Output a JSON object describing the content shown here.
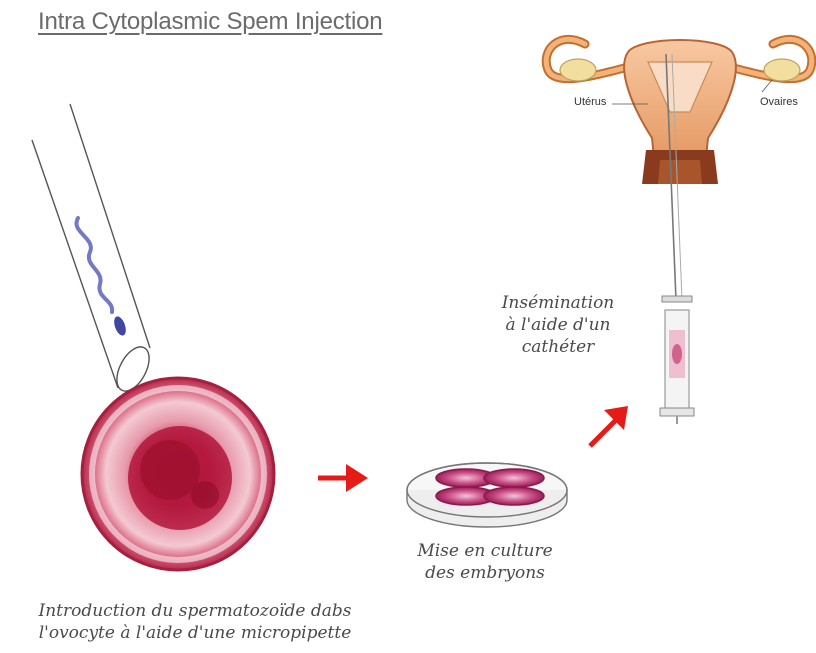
{
  "title": "Intra Cytoplasmic Spem Injection",
  "labels": {
    "uterus": "Utérus",
    "ovaries": "Ovaires",
    "insemination_line1": "Insémination",
    "insemination_line2": "à l'aide d'un",
    "insemination_line3": "cathéter",
    "culture_line1": "Mise en culture",
    "culture_line2": "des embryons",
    "intro_line1": "Introduction du spermatozoïde dabs",
    "intro_line2": "l'ovocyte à l'aide d'une micropipette"
  },
  "colors": {
    "arrow": "#e41b17",
    "oocyte_core": "#b0173f",
    "oocyte_ring": "#e9a7b6",
    "sperm": "#5a63b8",
    "uterus": "#f2b37f",
    "uterus_dark": "#a8552a"
  }
}
